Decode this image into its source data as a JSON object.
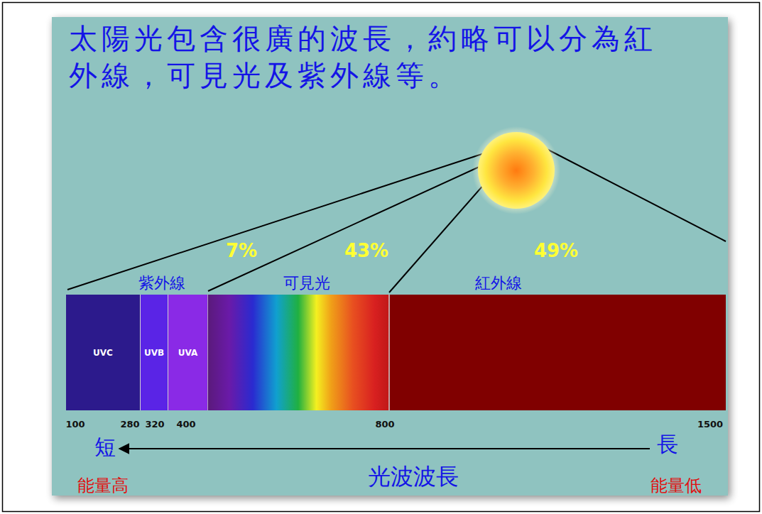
{
  "diagram": {
    "title": "太陽光包含很廣的波長，約略可以分為紅外線，可見光及紫外線等。",
    "nodes": [
      {
        "text": [
          "UVC"
        ]
      },
      {
        "text": [
          "UVB"
        ]
      },
      {
        "text": [
          "UVA"
        ]
      }
    ],
    "labels": [
      "7%",
      "43%",
      "49%",
      "紫外線",
      "可見光",
      "紅外線",
      "100",
      "280",
      "320",
      "400",
      "800",
      "1500",
      "短",
      "長",
      "光波波長",
      "能量高",
      "能量低"
    ]
  }
}
